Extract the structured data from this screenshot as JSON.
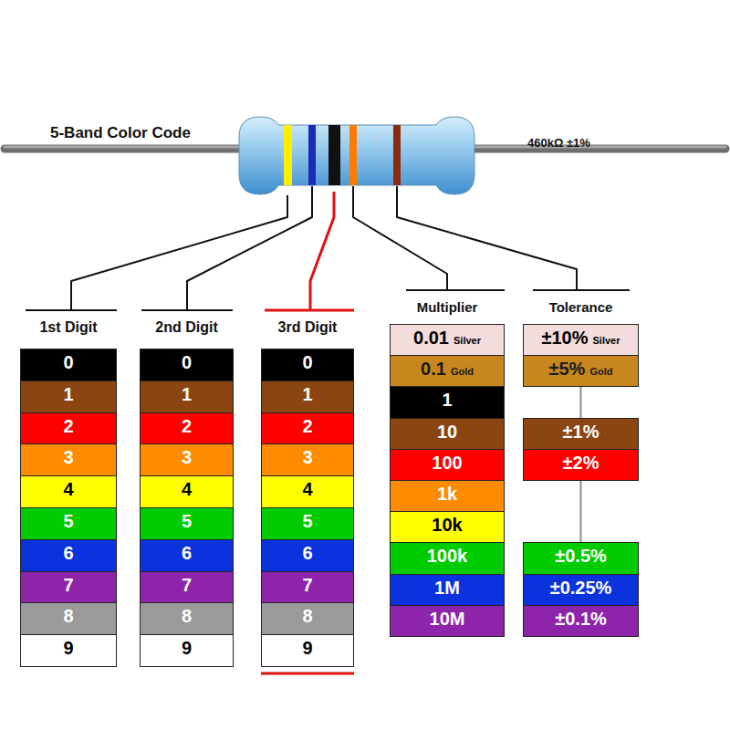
{
  "diagram": {
    "title": "5-Band Color Code",
    "nodes": [
      {
        "text": [
          "1st Digit"
        ]
      },
      {
        "text": [
          "0"
        ],
        "in": 0
      },
      {
        "text": [
          "1"
        ],
        "in": 0
      },
      {
        "text": [
          "2"
        ],
        "in": 0
      },
      {
        "text": [
          "3"
        ],
        "in": 0
      },
      {
        "text": [
          "4"
        ],
        "in": 0
      },
      {
        "text": [
          "5"
        ],
        "in": 0
      },
      {
        "text": [
          "6"
        ],
        "in": 0
      },
      {
        "text": [
          "7"
        ],
        "in": 0
      },
      {
        "text": [
          "8"
        ],
        "in": 0
      },
      {
        "text": [
          "9"
        ],
        "in": 0
      },
      {
        "text": [
          "2nd Digit"
        ]
      },
      {
        "text": [
          "0"
        ],
        "in": 11
      },
      {
        "text": [
          "1"
        ],
        "in": 11
      },
      {
        "text": [
          "2"
        ],
        "in": 11
      },
      {
        "text": [
          "3"
        ],
        "in": 11
      },
      {
        "text": [
          "4"
        ],
        "in": 11
      },
      {
        "text": [
          "5"
        ],
        "in": 11
      },
      {
        "text": [
          "6"
        ],
        "in": 11
      },
      {
        "text": [
          "7"
        ],
        "in": 11
      },
      {
        "text": [
          "8"
        ],
        "in": 11
      },
      {
        "text": [
          "9"
        ],
        "in": 11
      },
      {
        "text": [
          "3rd Digit"
        ]
      },
      {
        "text": [
          "0"
        ],
        "in": 22
      },
      {
        "text": [
          "1"
        ],
        "in": 22
      },
      {
        "text": [
          "2"
        ],
        "in": 22
      },
      {
        "text": [
          "3"
        ],
        "in": 22
      },
      {
        "text": [
          "4"
        ],
        "in": 22
      },
      {
        "text": [
          "5"
        ],
        "in": 22
      },
      {
        "text": [
          "6"
        ],
        "in": 22
      },
      {
        "text": [
          "7"
        ],
        "in": 22
      },
      {
        "text": [
          "8"
        ],
        "in": 22
      },
      {
        "text": [
          "9"
        ],
        "in": 22
      },
      {
        "text": [
          "Multiplier"
        ]
      },
      {
        "text": [
          "0.01",
          "Silver"
        ],
        "in": 33
      },
      {
        "text": [
          "0.1",
          "Gold"
        ],
        "in": 33
      },
      {
        "text": [
          "1"
        ],
        "in": 33
      },
      {
        "text": [
          "10"
        ],
        "in": 33
      },
      {
        "text": [
          "100"
        ],
        "in": 33
      },
      {
        "text": [
          "1k"
        ],
        "in": 33
      },
      {
        "text": [
          "10k"
        ],
        "in": 33
      },
      {
        "text": [
          "100k"
        ],
        "in": 33
      },
      {
        "text": [
          "1M"
        ],
        "in": 33
      },
      {
        "text": [
          "10M"
        ],
        "in": 33
      },
      {
        "text": [
          "Tolerance"
        ]
      },
      {
        "text": [
          "±10%",
          "Silver"
        ],
        "in": 44
      },
      {
        "text": [
          "±5%",
          "Gold"
        ],
        "in": 44
      },
      {
        "text": [
          "±1%"
        ],
        "in": 44
      },
      {
        "text": [
          "±2%"
        ],
        "in": 44
      },
      {
        "text": [
          "±0.5%"
        ],
        "in": 44
      },
      {
        "text": [
          "±0.25%"
        ],
        "in": 44
      },
      {
        "text": [
          "±0.1%"
        ],
        "in": 44
      }
    ],
    "edges": [
      {
        "from": 46,
        "to": 47,
        "arrow": "none"
      },
      {
        "from": 48,
        "to": 49,
        "arrow": "none"
      }
    ],
    "labels": [
      "460kΩ ±1%"
    ]
  }
}
